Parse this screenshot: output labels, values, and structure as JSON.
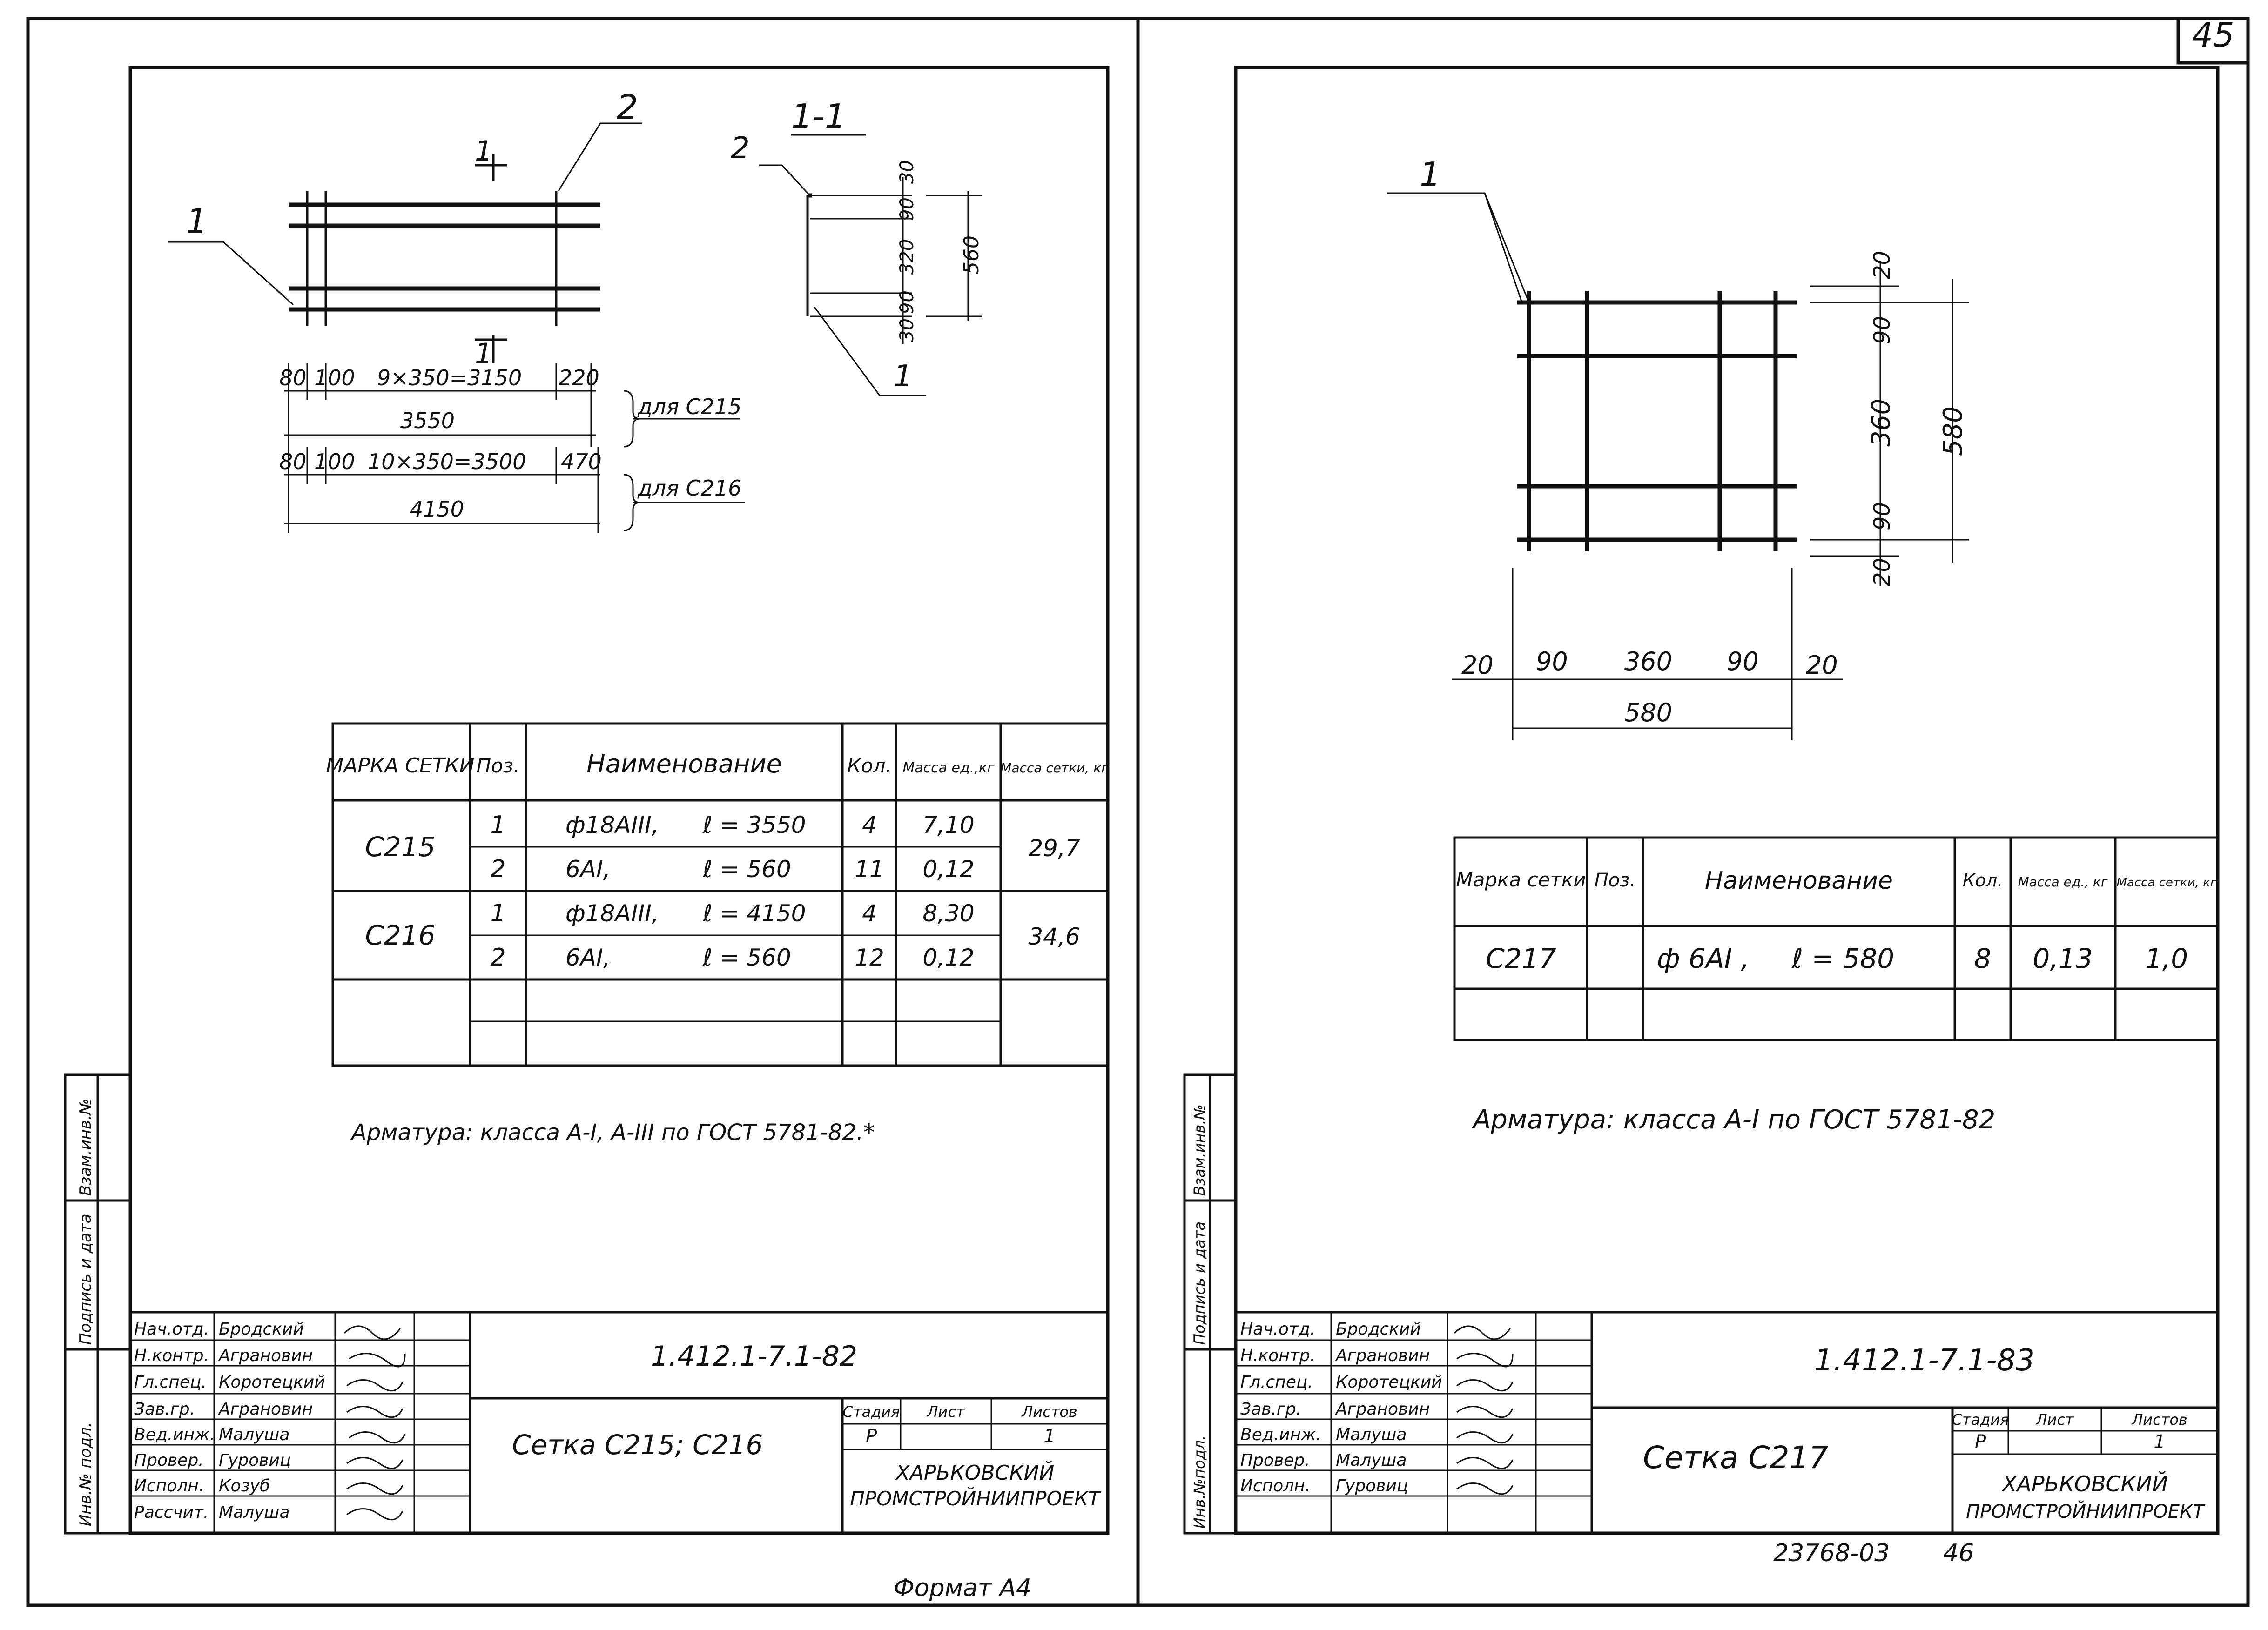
{
  "page_number": "45",
  "left_sheet": {
    "drawing": {
      "callout_1": "1",
      "callout_2": "2",
      "section_mark": "1",
      "section_title": "1-1",
      "section_callout_2": "2",
      "section_callout_1": "1",
      "dims_c215_row": [
        "80",
        "100",
        "9×350=3150",
        "220"
      ],
      "total_c215": "3550",
      "label_c215": "для С215",
      "dims_c216_row": [
        "80",
        "100",
        "10×350=3500",
        "470"
      ],
      "total_c216": "4150",
      "label_c216": "для С216",
      "section_dims": [
        "30",
        "90",
        "320",
        "90",
        "30"
      ],
      "section_total": "560"
    },
    "spec_table": {
      "headers": [
        "МАРКА СЕТКИ",
        "Поз.",
        "Наименование",
        "Кол.",
        "Масса ед.,кг",
        "Масса сетки, кг"
      ],
      "groups": [
        {
          "mark": "С215",
          "total_mass": "29,7",
          "rows": [
            {
              "pos": "1",
              "name": "ф18АIII,",
              "length": "ℓ = 3550",
              "qty": "4",
              "mass": "7,10"
            },
            {
              "pos": "2",
              "name": "6АI,",
              "length": "ℓ = 560",
              "qty": "11",
              "mass": "0,12"
            }
          ]
        },
        {
          "mark": "С216",
          "total_mass": "34,6",
          "rows": [
            {
              "pos": "1",
              "name": "ф18АIII,",
              "length": "ℓ = 4150",
              "qty": "4",
              "mass": "8,30"
            },
            {
              "pos": "2",
              "name": "6АI,",
              "length": "ℓ = 560",
              "qty": "12",
              "mass": "0,12"
            }
          ]
        }
      ]
    },
    "note": "Арматура: класса А-I, А-III по ГОСТ 5781-82.*",
    "side_stamp": [
      "Инв.№ подл.",
      "Подпись и дата",
      "Взам.инв.№"
    ],
    "title_block": {
      "roles": [
        "Нач.отд.",
        "Н.контр.",
        "Гл.спец.",
        "Зав.гр.",
        "Вед.инж.",
        "Провер.",
        "Исполн.",
        "Рассчит."
      ],
      "names": [
        "Бродский",
        "Аграновин",
        "Коротецкий",
        "Аграновин",
        "Малуша",
        "Гуровиц",
        "Козуб",
        "Малуша"
      ],
      "designation": "1.412.1-7.1-82",
      "title": "Сетка С215; С216",
      "stage_label": "Стадия",
      "sheet_label": "Лист",
      "sheets_label": "Листов",
      "stage": "Р",
      "sheets": "1",
      "org": [
        "ХАРЬКОВСКИЙ",
        "ПРОМСТРОЙНИИПРОЕКТ"
      ]
    },
    "format": "Формат А4"
  },
  "right_sheet": {
    "drawing": {
      "callout_1": "1",
      "vertical_dims": [
        "20",
        "90",
        "360",
        "90",
        "20"
      ],
      "vertical_total": "580",
      "horizontal_dims": [
        "20",
        "90",
        "360",
        "90",
        "20"
      ],
      "horizontal_total": "580"
    },
    "spec_table": {
      "headers": [
        "Марка сетки",
        "Поз.",
        "Наименование",
        "Кол.",
        "Масса ед., кг",
        "Масса сетки, кг"
      ],
      "rows": [
        {
          "mark": "С217",
          "pos": "",
          "name": "ф 6АI ,",
          "length": "ℓ = 580",
          "qty": "8",
          "mass": "0,13",
          "total": "1,0"
        }
      ]
    },
    "note": "Арматура: класса А-I по ГОСТ 5781-82",
    "side_stamp": [
      "Инв.№подл.",
      "Подпись и дата",
      "Взам.инв.№"
    ],
    "title_block": {
      "roles": [
        "Нач.отд.",
        "Н.контр.",
        "Гл.спец.",
        "Зав.гр.",
        "Вед.инж.",
        "Провер.",
        "Исполн."
      ],
      "names": [
        "Бродский",
        "Аграновин",
        "Коротецкий",
        "Аграновин",
        "Малуша",
        "Малуша",
        "Гуровиц"
      ],
      "designation": "1.412.1-7.1-83",
      "title": "Сетка С217",
      "stage_label": "Стадия",
      "sheet_label": "Лист",
      "sheets_label": "Листов",
      "stage": "Р",
      "sheets": "1",
      "org": [
        "ХАРЬКОВСКИЙ",
        "ПРОМСТРОЙНИИПРОЕКТ"
      ]
    },
    "archive_no": "23768-03",
    "archive_page": "46"
  }
}
